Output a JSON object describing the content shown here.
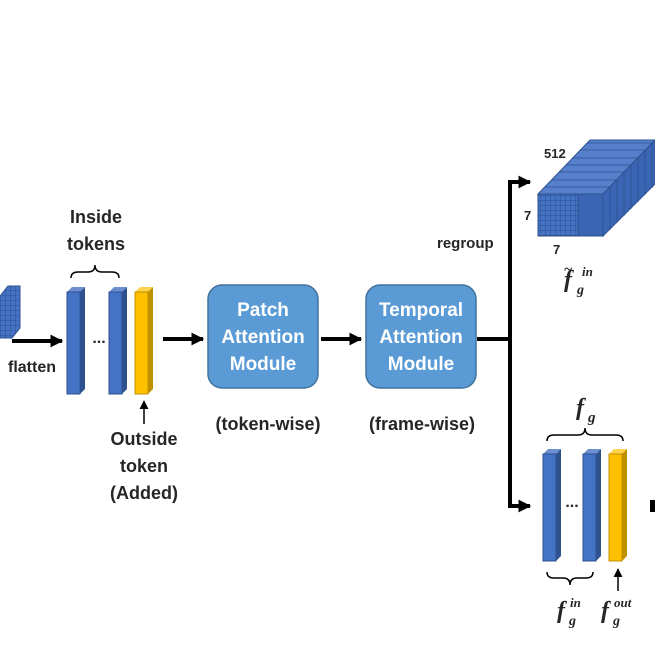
{
  "labels": {
    "flatten": "flatten",
    "inside_tokens_line1": "Inside",
    "inside_tokens_line2": "tokens",
    "ellipsis": "...",
    "outside_token_line1": "Outside",
    "outside_token_line2": "token",
    "outside_token_line3": "(Added)",
    "token_wise": "(token-wise)",
    "frame_wise": "(frame-wise)",
    "regroup": "regroup",
    "dim_512": "512",
    "dim_7a": "7",
    "dim_7b": "7"
  },
  "modules": {
    "patch": {
      "line1": "Patch",
      "line2": "Attention",
      "line3": "Module"
    },
    "temporal": {
      "line1": "Temporal",
      "line2": "Attention",
      "line3": "Module"
    }
  },
  "math": {
    "f_tilde_base": "f",
    "f_tilde_sub": "g",
    "f_tilde_sup": "in",
    "f_g_base": "f",
    "f_g_sub": "g",
    "f_in_base": "f",
    "f_in_sub": "g",
    "f_in_sup": "in",
    "f_out_base": "f",
    "f_out_sub": "g",
    "f_out_sup": "out"
  },
  "colors": {
    "token_blue": "#4472C4",
    "token_blue_dark": "#2F528F",
    "token_yellow": "#FFC000",
    "token_yellow_dark": "#BF9000",
    "module_fill": "#5B9BD5",
    "module_stroke": "#41719C",
    "arrow": "#000000"
  }
}
